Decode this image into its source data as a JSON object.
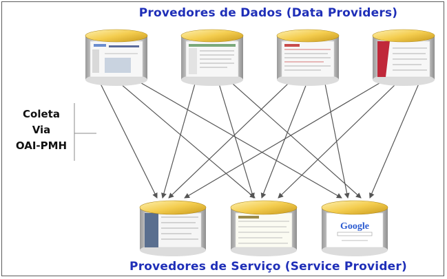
{
  "titles": {
    "top": "Provedores de Dados (Data Providers)",
    "bottom": "Provedores de Serviço (Service Provider)"
  },
  "side_label": {
    "line1": "Coleta",
    "line2": "Via",
    "line3": "OAI-PMH"
  },
  "logo_text": "Google",
  "colors": {
    "title": "#1f2fb8",
    "cylinder_top": "#f6d25a",
    "cylinder_rim": "#b08a1a",
    "arrow": "#555555"
  }
}
